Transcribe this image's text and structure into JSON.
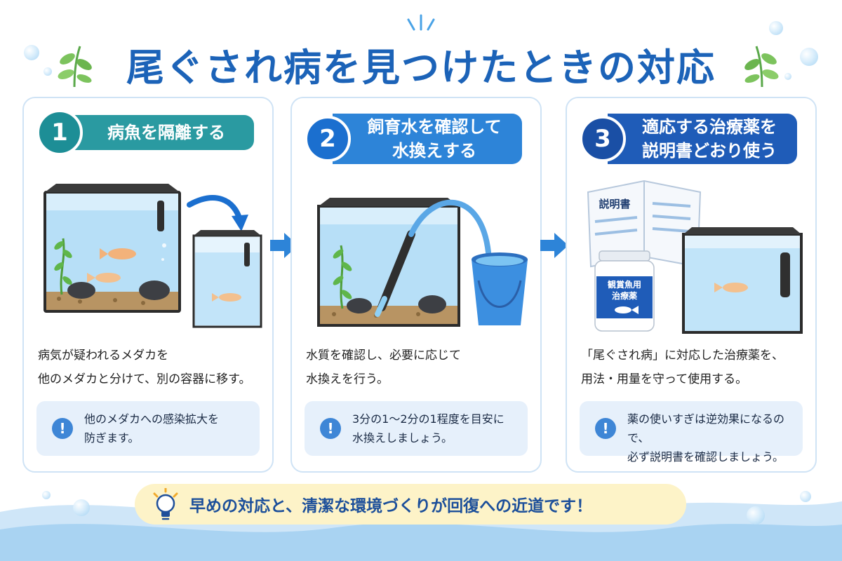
{
  "title": "尾ぐされ病を見つけたときの対応",
  "steps": [
    {
      "number": "1",
      "heading": "病魚を隔離する",
      "description_lines": [
        "病気が疑われるメダカを",
        "他のメダカと分けて、別の容器に移す。"
      ],
      "note_lines": [
        "他のメダカへの感染拡大を",
        "防ぎます。"
      ]
    },
    {
      "number": "2",
      "heading_lines": [
        "飼育水を確認して",
        "水換えする"
      ],
      "description_lines": [
        "水質を確認し、必要に応じて",
        "水換えを行う。"
      ],
      "note_lines": [
        "3分の1～2分の1程度を目安に",
        "水換えしましょう。"
      ]
    },
    {
      "number": "3",
      "heading_lines": [
        "適応する治療薬を",
        "説明書どおり使う"
      ],
      "description_lines": [
        "「尾ぐされ病」に対応した治療薬を、",
        "用法・用量を守って使用する。"
      ],
      "note_lines": [
        "薬の使いすぎは逆効果になるので、",
        "必ず説明書を確認しましょう。"
      ],
      "manual_label": "説明書",
      "bottle_label_lines": [
        "観賞魚用",
        "治療薬"
      ]
    }
  ],
  "note_icon": "!",
  "tip": "早めの対応と、清潔な環境づくりが回復への近道です！",
  "icons": {
    "note": "exclamation-icon",
    "tip": "lightbulb-icon",
    "arrow": "arrow-right-icon"
  },
  "colors": {
    "title": "#1c63b8",
    "step1": "#2a9aa1",
    "step2": "#2d84d8",
    "step3": "#1f5cb8",
    "note_bg": "#e6f0fb",
    "tip_bg": "#fdf3c8"
  }
}
